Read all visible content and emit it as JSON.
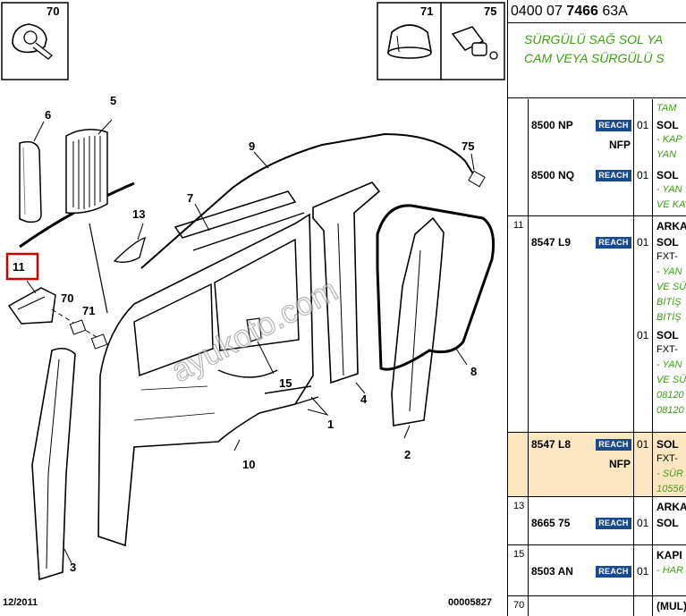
{
  "diagram": {
    "callouts": {
      "c70_box": "70",
      "c71_box": "71",
      "c75_box": "75",
      "c6": "6",
      "c5": "5",
      "c9": "9",
      "c75": "75",
      "c7": "7",
      "c13": "13",
      "c11": "11",
      "c70": "70",
      "c71": "71",
      "c15": "15",
      "c4": "4",
      "c8": "8",
      "c1": "1",
      "c10": "10",
      "c2": "2",
      "c3": "3"
    },
    "date": "12/2011",
    "drawing_no": "00005827",
    "watermark": "ayukoto.com"
  },
  "reference": {
    "prefix": "0400 07",
    "bold": "7466",
    "suffix": "63A"
  },
  "title": {
    "line1": "SÜRGÜLÜ SAĞ SOL YA",
    "line2": "CAM VEYA SÜRGÜLÜ S"
  },
  "rows": [
    {
      "num": "",
      "top_note": "TAM ",
      "parts": [
        {
          "part": "8500 NP",
          "badge": "REACH",
          "qty": "01",
          "desc": "SOL",
          "nfp": "NFP",
          "notes": [
            {
              "text": "- KAP",
              "green": true
            },
            {
              "text": "YAN ",
              "green": true
            }
          ]
        },
        {
          "part": "8500 NQ",
          "badge": "REACH",
          "qty": "01",
          "desc": "SOL",
          "nfp": "",
          "notes": [
            {
              "text": "- YAN",
              "green": true
            },
            {
              "text": "VE KA",
              "green": true
            }
          ]
        }
      ]
    },
    {
      "num": "11",
      "heading": "ARKA",
      "parts": [
        {
          "part": "8547 L9",
          "badge": "REACH",
          "qty": "01",
          "desc": "SOL",
          "nfp": "",
          "notes": [
            {
              "text": "FXT- ",
              "green": false
            },
            {
              "text": "- YAN",
              "green": true
            },
            {
              "text": "VE SÜ",
              "green": true
            },
            {
              "text": "BİTİŞ",
              "green": true
            },
            {
              "text": "BİTİŞ",
              "green": true
            }
          ]
        },
        {
          "part": "",
          "badge": "",
          "qty": "01",
          "desc": "SOL",
          "nfp": "",
          "notes": [
            {
              "text": "FXT- ",
              "green": false
            },
            {
              "text": "- YAN",
              "green": true
            },
            {
              "text": "VE SÜ",
              "green": true
            },
            {
              "text": "08120",
              "green": true
            },
            {
              "text": "08120",
              "green": true
            }
          ]
        }
      ]
    },
    {
      "num": "",
      "highlight": true,
      "parts": [
        {
          "part": "8547 L8",
          "badge": "REACH",
          "qty": "01",
          "desc": "SOL",
          "nfp": "NFP",
          "notes": [
            {
              "text": "FXT- ",
              "green": false
            },
            {
              "text": "- SÜR",
              "green": true
            },
            {
              "text": "10556",
              "green": true
            }
          ]
        }
      ]
    },
    {
      "num": "13",
      "heading": "ARKA",
      "parts": [
        {
          "part": "8665 75",
          "badge": "REACH",
          "qty": "01",
          "desc": "SOL",
          "nfp": "",
          "notes": []
        }
      ]
    },
    {
      "num": "15",
      "heading": "KAPI ",
      "parts": [
        {
          "part": "8503 AN",
          "badge": "REACH",
          "qty": "01",
          "desc": "",
          "nfp": "",
          "notes": [
            {
              "text": "- HAR",
              "green": true
            }
          ]
        }
      ]
    },
    {
      "num": "70",
      "heading": "(MUL)",
      "parts": []
    }
  ]
}
